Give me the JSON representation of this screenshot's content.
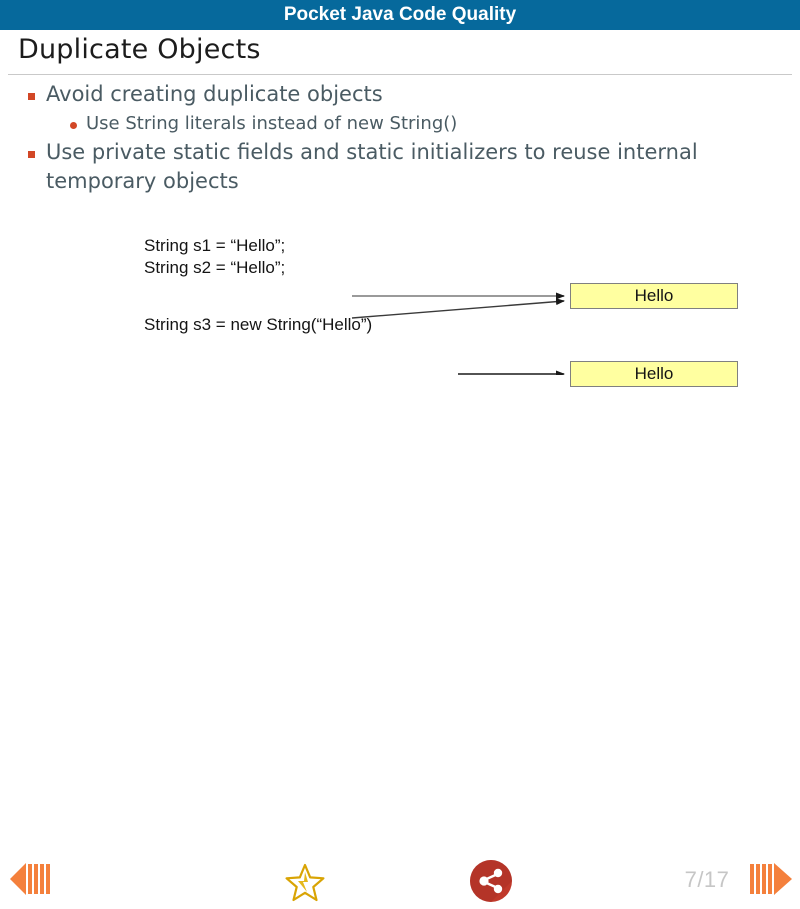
{
  "header": {
    "title": "Pocket Java Code Quality",
    "bg_color": "#06699c",
    "text_color": "#ffffff"
  },
  "slide": {
    "title": "Duplicate Objects",
    "bullets": [
      {
        "level": 1,
        "marker": "square",
        "text": "Avoid creating duplicate objects"
      },
      {
        "level": 2,
        "marker": "dot",
        "text": "Use String literals instead of new String()"
      },
      {
        "level": 1,
        "marker": "square",
        "text": "Use private static fields and static initializers to reuse internal temporary objects"
      }
    ],
    "bullet_color": "#d24726",
    "body_text_color": "#4a5b63",
    "diagram": {
      "code_lines": [
        "String s1 = “Hello”;",
        "String s2 = “Hello”;",
        "String s3 = new String(“Hello”)"
      ],
      "objects": [
        {
          "label": "Hello"
        },
        {
          "label": "Hello"
        }
      ],
      "box_fill": "#ffffa0",
      "box_border": "#808080",
      "arrow_count": 3
    }
  },
  "toolbar": {
    "prev_label": "Previous slide",
    "next_label": "Next slide",
    "star_label": "Favorite",
    "share_label": "Share",
    "page_indicator": "7/17",
    "arrow_color": "#f4803c",
    "star_color": "#d9a404",
    "share_color": "#c0392b",
    "page_indicator_color": "#c6c6c6"
  }
}
